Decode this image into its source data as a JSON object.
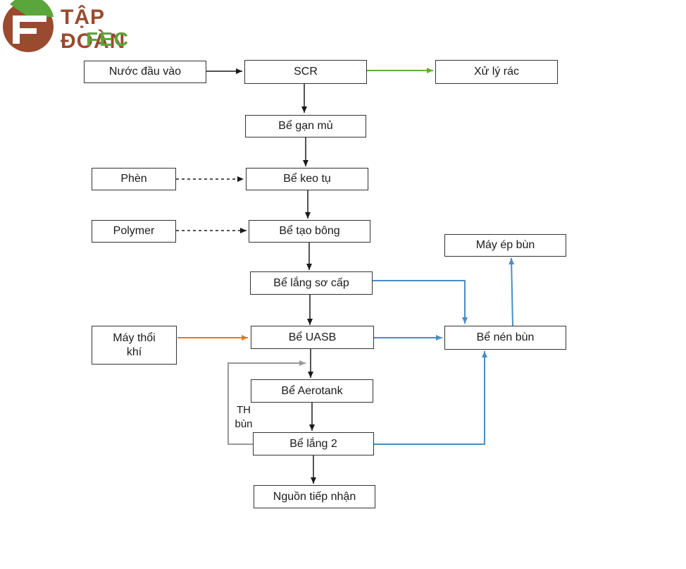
{
  "logo": {
    "title": "TẬP ĐOÀN",
    "subtitle": "FEC",
    "brand_color": "#9a4a2e",
    "accent_color": "#5aa63a"
  },
  "nodes": {
    "nuoc_dau_vao": "Nước đầu vào",
    "scr": "SCR",
    "xu_ly_rac": "Xử lý rác",
    "be_gan_mu": "Bể gạn mủ",
    "phen": "Phèn",
    "be_keo_tu": "Bể keo tụ",
    "polymer": "Polymer",
    "be_tao_bong": "Bể tạo bông",
    "may_ep_bun": "Máy ép bùn",
    "be_lang_so_cap": "Bể lắng sơ cấp",
    "may_thoi_khi": "Máy thổi khí",
    "be_uasb": "Bể UASB",
    "be_nen_bun": "Bể nén bùn",
    "be_aerotank": "Bể Aerotank",
    "be_lang_2": "Bể lắng 2",
    "nguon_tiep_nhan": "Nguồn tiếp nhận"
  },
  "labels": {
    "th_bun": "TH\nbùn"
  },
  "colors": {
    "main": "#1a1a1a",
    "trash": "#6aa83a",
    "air": "#e07a2a",
    "sludge": "#4a8cc8",
    "recycle": "#999999"
  }
}
